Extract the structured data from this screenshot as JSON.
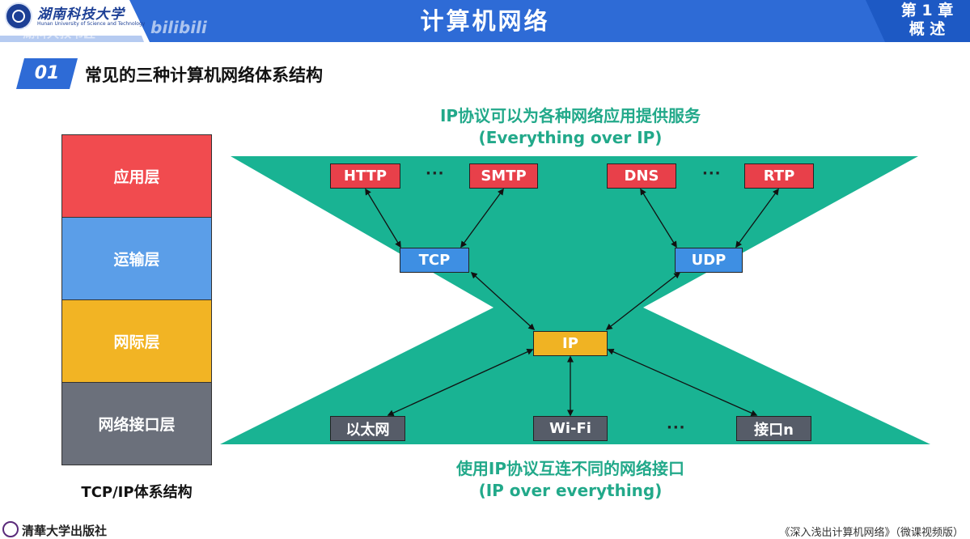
{
  "header": {
    "university_name": "湖南科技大学",
    "university_english": "Hunan University of Science and Technology",
    "title": "计算机网络",
    "chapter_label": "第 1 章",
    "chapter_name": "概 述",
    "watermark_text": "湖科大教书匠",
    "watermark_site": "bilibili"
  },
  "section": {
    "number": "01",
    "title": "常见的三种计算机网络体系结构"
  },
  "stack": {
    "layers": [
      {
        "label": "应用层",
        "color": "#f14b4f"
      },
      {
        "label": "运输层",
        "color": "#5b9ee8"
      },
      {
        "label": "网际层",
        "color": "#f2b424"
      },
      {
        "label": "网络接口层",
        "color": "#6b707b"
      }
    ],
    "caption": "TCP/IP体系结构"
  },
  "diagram": {
    "top_caption_line1": "IP协议可以为各种网络应用提供服务",
    "top_caption_line2": "(Everything over IP)",
    "bottom_caption_line1": "使用IP协议互连不同的网络接口",
    "bottom_caption_line2": "(IP over everything)",
    "app_protocols": [
      "HTTP",
      "SMTP",
      "DNS",
      "RTP"
    ],
    "transport_protocols": [
      "TCP",
      "UDP"
    ],
    "network_protocol": "IP",
    "link_interfaces": [
      "以太网",
      "Wi-Fi",
      "接口n"
    ],
    "ellipsis": "···",
    "colors": {
      "hourglass": "#19b393",
      "caption": "#22a98a",
      "application": "#e8404a",
      "transport": "#3e8fe3",
      "network": "#f0b323",
      "link": "#565c68"
    }
  },
  "footer": {
    "publisher": "清華大学出版社",
    "book_title": "《深入浅出计算机网络》（微课视频版）"
  }
}
